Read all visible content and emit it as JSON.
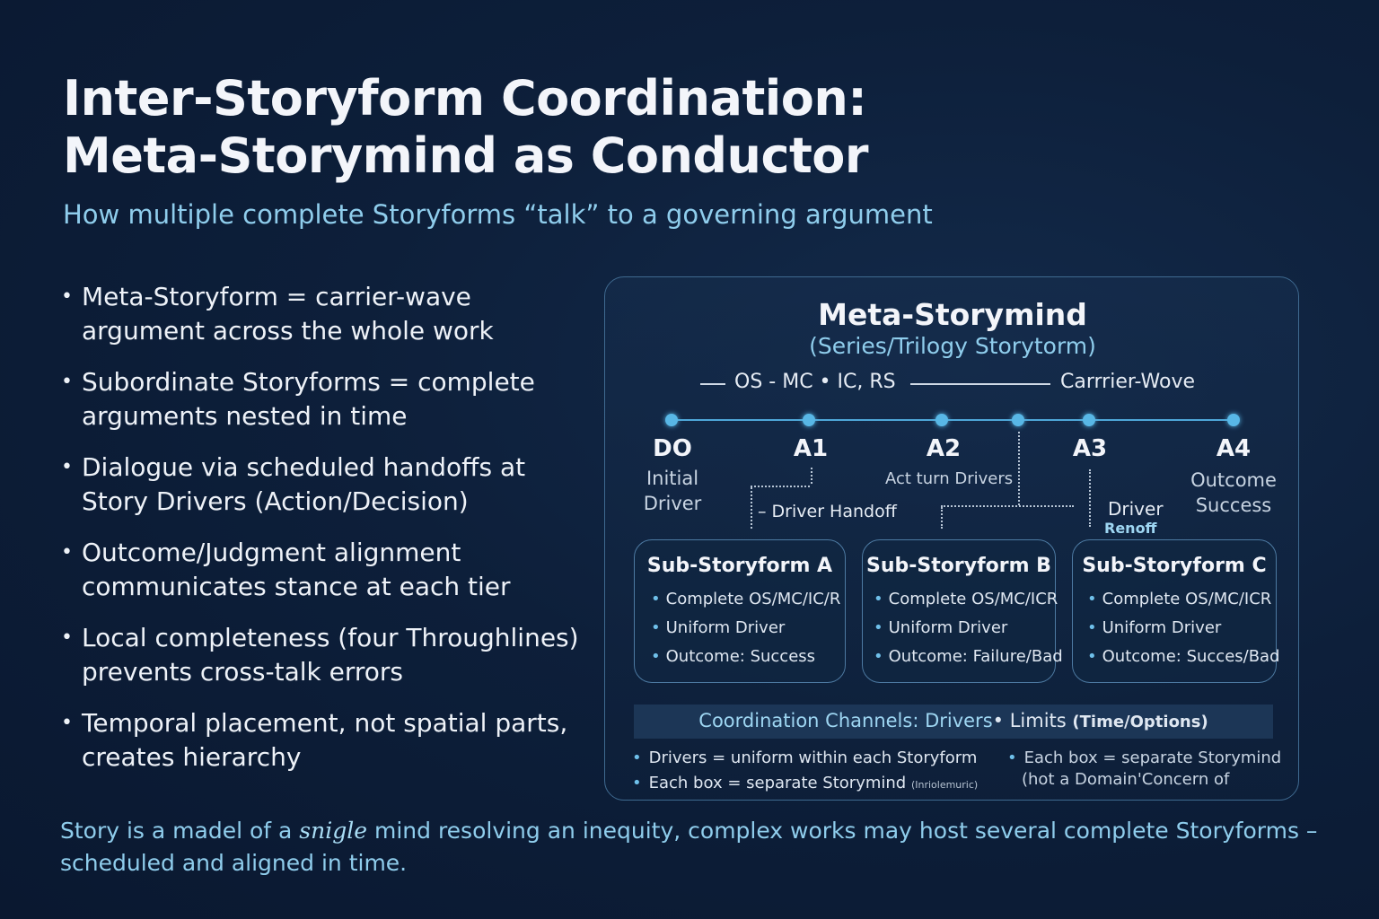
{
  "title": {
    "line1": "Inter-Storyform Coordination:",
    "line2": "Meta-Storymind as Conductor"
  },
  "subtitle": "How multiple complete Storyforms “talk” to a governing argument",
  "bullets": [
    {
      "line1": "Meta-Storyform = carrier-wave",
      "line2": "argument across the whole work"
    },
    {
      "line1": "Subordinate Storyforms = complete",
      "line2": "arguments nested in time"
    },
    {
      "line1": "Dialogue via scheduled handoffs at",
      "line2": "Story Drivers (Action/Decision)"
    },
    {
      "line1": "Outcome/Judgment alignment",
      "line2": "communicates stance at each  tier"
    },
    {
      "line1": "Local completeness (four Throughlines)",
      "line2": "prevents cross-talk errors"
    },
    {
      "line1": "Temporal placement, not spatial parts,",
      "line2": "creates hierarchy"
    }
  ],
  "diagram": {
    "title": "Meta-Storymind",
    "subtitle": "(Series/Trilogy Storytorm)",
    "carrier_left": "OS - MC • IC, RS",
    "carrier_right": "Carrrier-Wove",
    "milestones": [
      {
        "label": "DO",
        "sub1": "Initial",
        "sub2": "Driver"
      },
      {
        "label": "A1",
        "sub1": "",
        "sub2": ""
      },
      {
        "label": "A2",
        "sub1": "Act turn Drivers",
        "sub2": ""
      },
      {
        "label": "A3",
        "sub1": "",
        "sub2": ""
      },
      {
        "label": "A4",
        "sub1": "Outcome",
        "sub2": "Success"
      }
    ],
    "handoff_1": "–  Driver Handoff",
    "handoff_2": {
      "line1": "Driver",
      "line2": "Renoff"
    },
    "boxes": [
      {
        "title": "Sub-Storyform A",
        "items": [
          "Complete OS/MC/IC/R",
          "Uniform Driver",
          "Outcome: Success"
        ]
      },
      {
        "title": "Sub-Storyform B",
        "items": [
          "Complete OS/MC/ICR",
          "Uniform Driver",
          "Outcome: Failure/Bad"
        ]
      },
      {
        "title": "Sub-Storyform C",
        "items": [
          "Complete OS/MC/ICR",
          "Uniform Driver",
          "Outcome: Succes/Bad"
        ]
      }
    ],
    "channels": {
      "label": "Coordination Channels: Drivers",
      "limits": "• Limits ",
      "paren": "(Time/Options)"
    },
    "notes_left": [
      "Drivers = uniform within each Storyform",
      "Each box = separate Storymind "
    ],
    "notes_left_small": "(Inriolemuric)",
    "notes_right": {
      "line1": "Each box = separate Storymind",
      "line2": "(hot a Domain'Concern of"
    }
  },
  "footer": {
    "before": "Story is a madel of a ",
    "emphasis": "snigle",
    "after": " mind resolving an inequity, complex works may host several complete Storyforms – scheduled and aligned in time."
  },
  "colors": {
    "background": "#0d1f3a",
    "accent": "#8fcdec",
    "node": "#58b7e6"
  }
}
